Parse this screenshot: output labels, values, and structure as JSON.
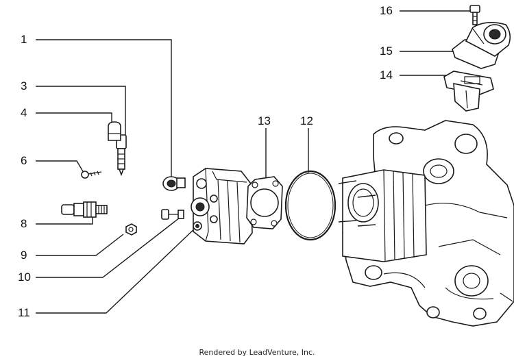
{
  "callouts": {
    "c1": "1",
    "c3": "3",
    "c4": "4",
    "c6": "6",
    "c8": "8",
    "c9": "9",
    "c10": "10",
    "c11": "11",
    "c12": "12",
    "c13": "13",
    "c14": "14",
    "c15": "15",
    "c16": "16"
  },
  "footer": {
    "text": "Rendered by LeadVenture, Inc."
  }
}
